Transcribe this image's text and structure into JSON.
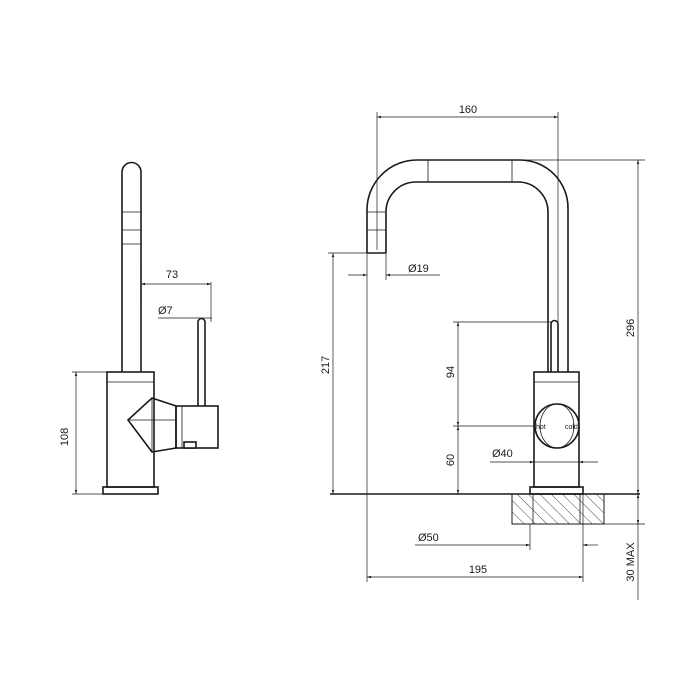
{
  "dimensions": {
    "top_width": "160",
    "total_height": "296",
    "spout_height": "217",
    "spout_diameter": "Ø19",
    "lever_height": "94",
    "body_height": "60",
    "body_diameter": "Ø40",
    "base_diameter": "Ø50",
    "reach": "195",
    "bench_thickness": "30 MAX",
    "side_lever_offset": "73",
    "side_lever_diameter": "Ø7",
    "side_body_height": "108"
  },
  "labels": {
    "hot": "hot",
    "cold": "cold"
  }
}
